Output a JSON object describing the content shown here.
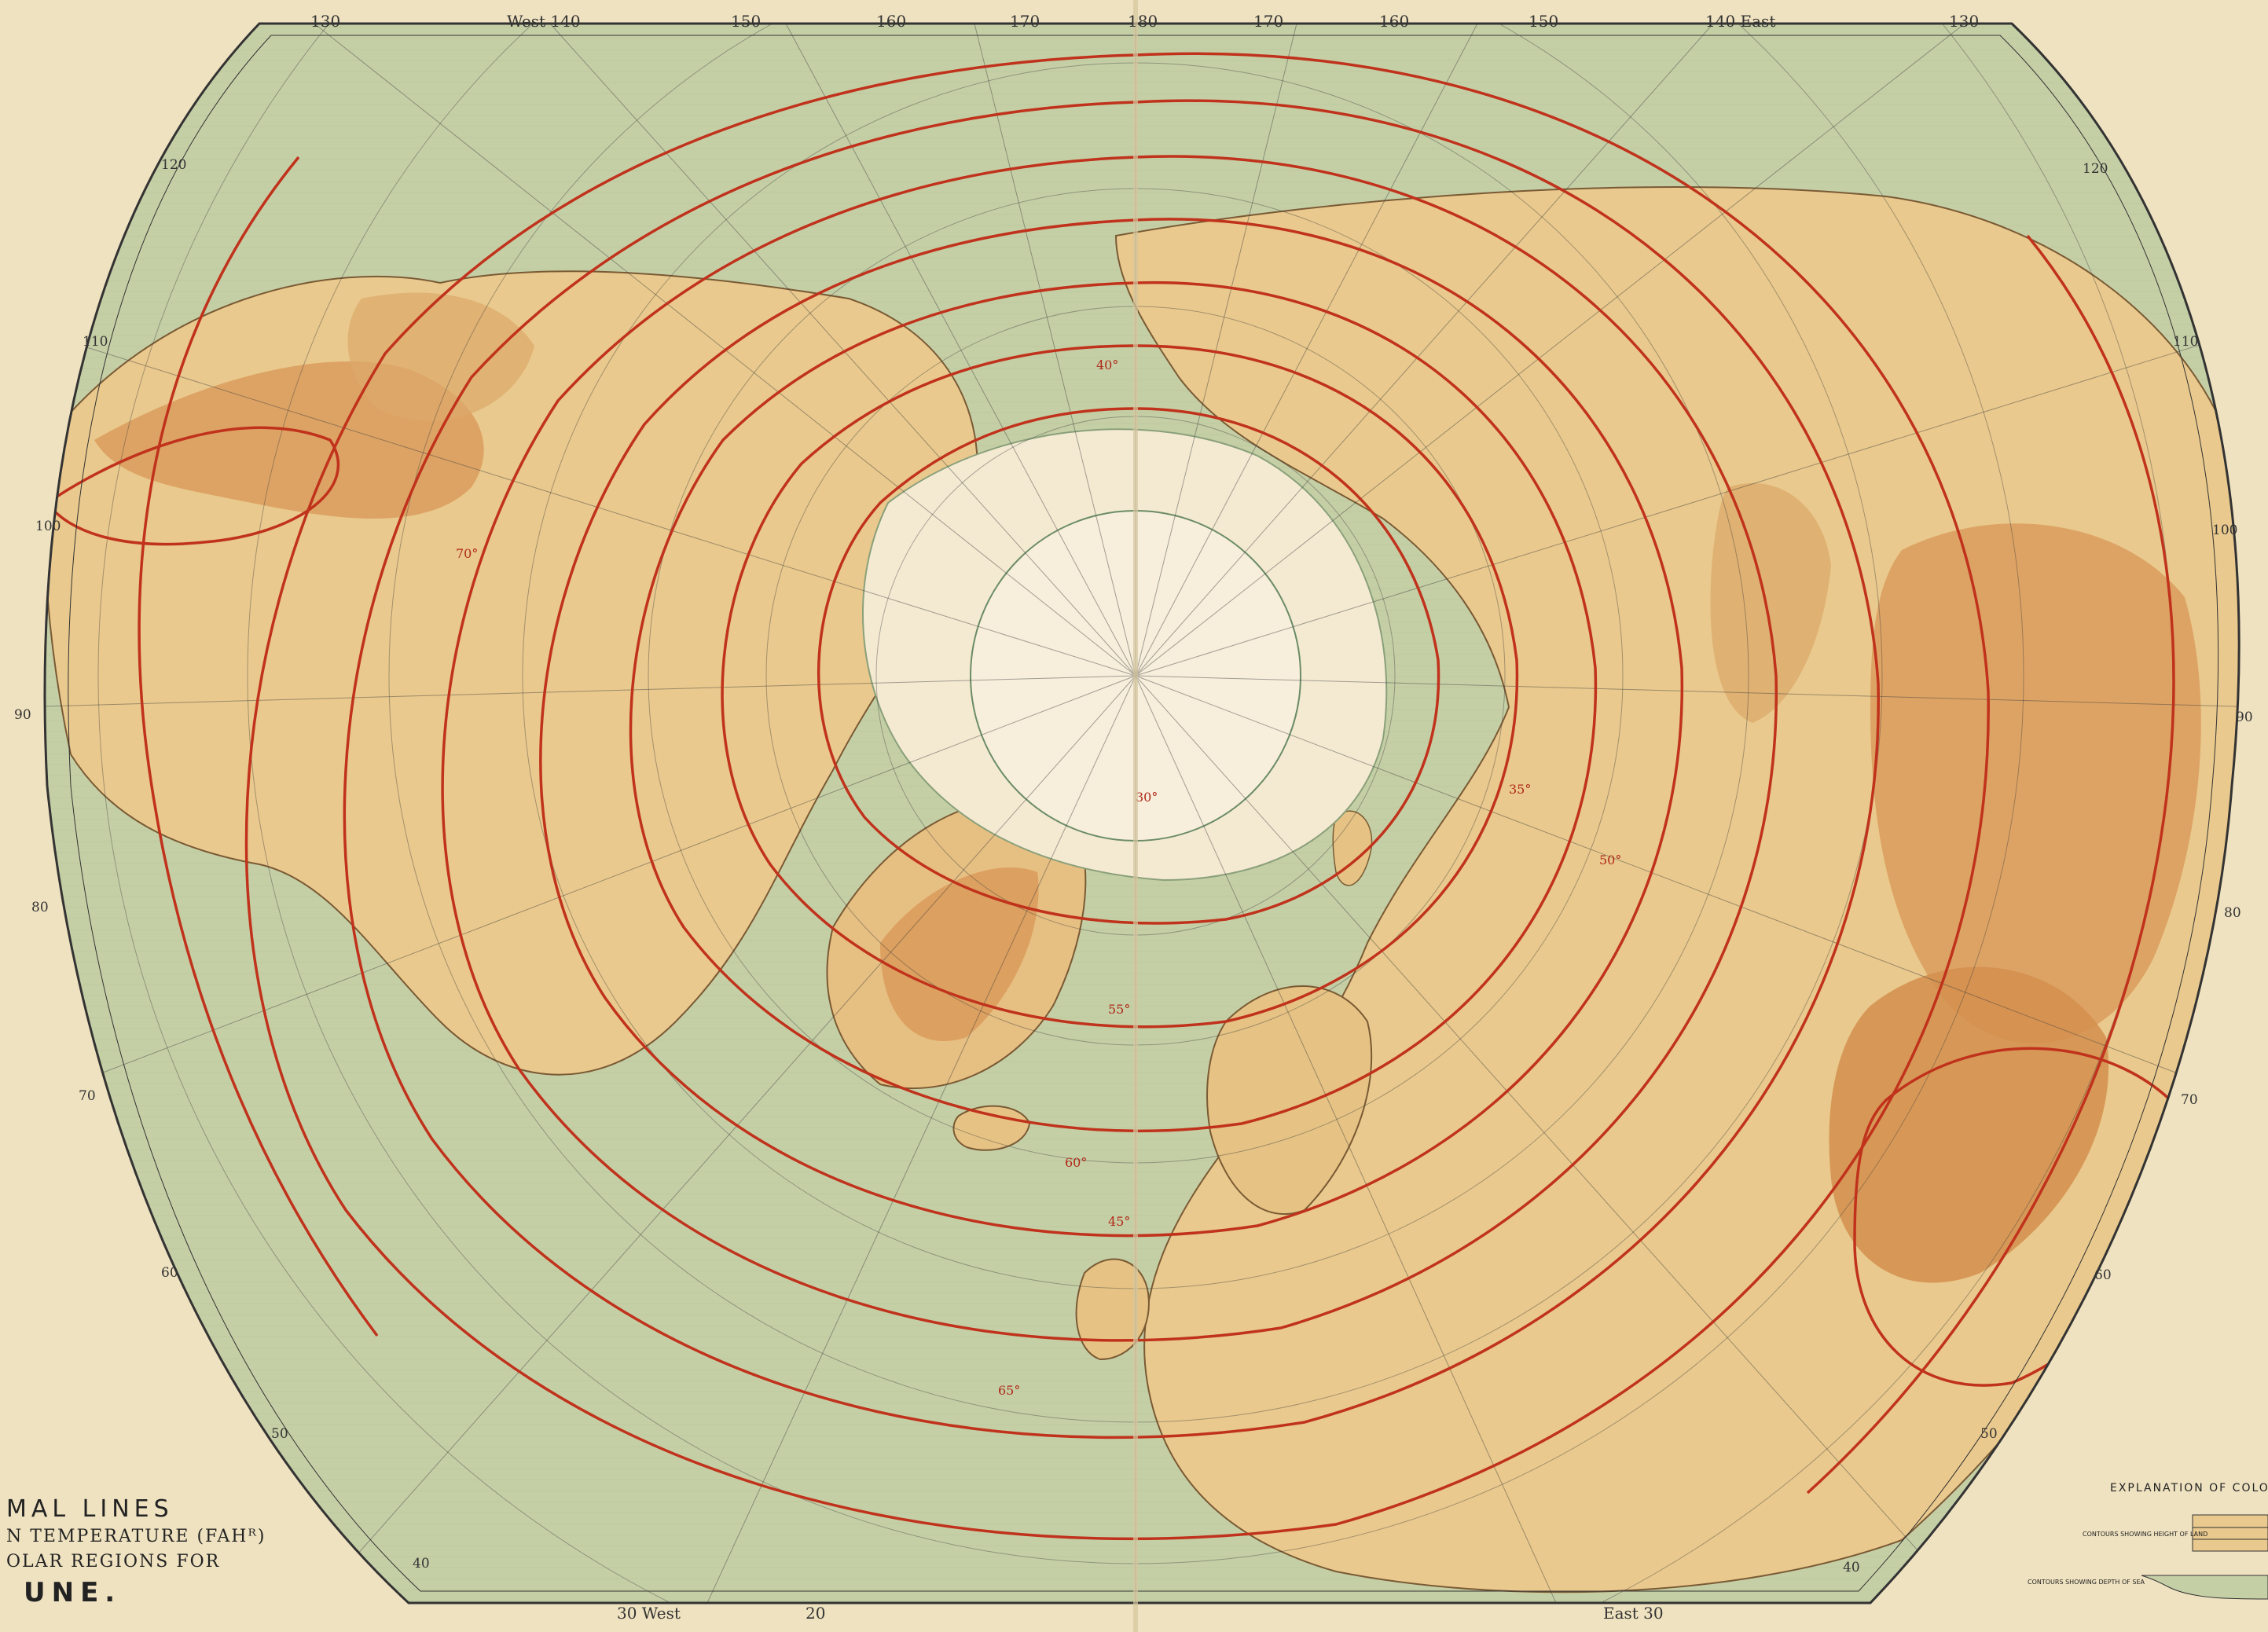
{
  "map": {
    "title": {
      "line1": "MAL LINES",
      "line2": "N TEMPERATURE (FAHᴿ)",
      "line3": "OLAR REGIONS FOR",
      "line4": "UNE."
    },
    "top_labels": [
      "130",
      "West 140",
      "150",
      "160",
      "170",
      "180",
      "170",
      "160",
      "150",
      "140 East",
      "130"
    ],
    "left_labels": [
      "120",
      "110",
      "100",
      "90",
      "80",
      "70",
      "60",
      "50",
      "40"
    ],
    "right_labels": [
      "120",
      "110",
      "100",
      "90",
      "80",
      "70",
      "60",
      "50",
      "40"
    ],
    "bottom_labels": [
      "30 West",
      "20",
      "East 30"
    ],
    "isotherm_labels": [
      "30°",
      "35°",
      "40°",
      "45°",
      "50°",
      "55°",
      "60°",
      "65°",
      "70°"
    ],
    "legend": {
      "title": "EXPLANATION OF COLOURS",
      "land": "CONTOURS SHOWING HEIGHT OF LAND",
      "sea": "CONTOURS SHOWING DEPTH OF SEA"
    },
    "colors": {
      "sea": "#c5cfa6",
      "land": "#e9c98d",
      "high_land": "#d99a5a",
      "polar": "#f4ead2",
      "isotherm": "#c0321c",
      "paper": "#efe2c0"
    }
  }
}
